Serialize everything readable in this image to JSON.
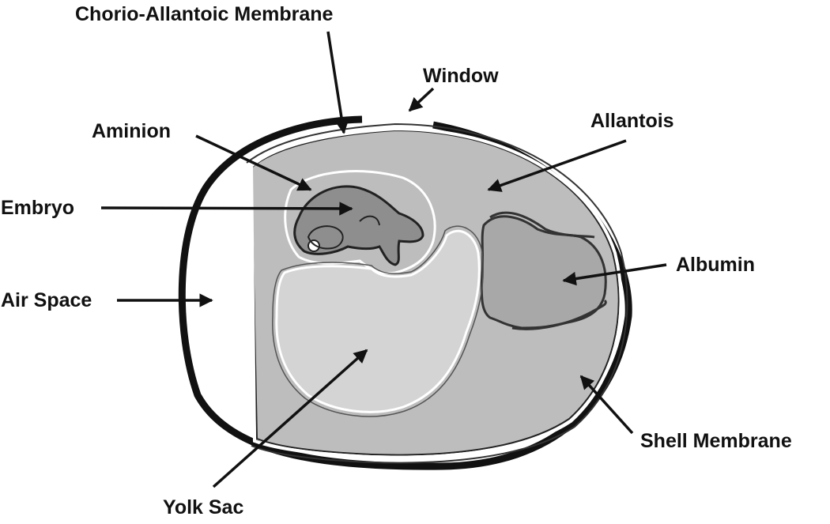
{
  "labels": {
    "chorio_allantoic_membrane": "Chorio-Allantoic Membrane",
    "window": "Window",
    "aminion": "Aminion",
    "allantois": "Allantois",
    "embryo": "Embryo",
    "albumin": "Albumin",
    "air_space": "Air Space",
    "shell_membrane": "Shell Membrane",
    "yolk_sac": "Yolk Sac"
  },
  "colors": {
    "shell": "#111111",
    "allantois_fill": "#bdbdbd",
    "yolk_sac_fill": "#d4d4d4",
    "albumin_fill": "#a8a8a8",
    "embryo_fill": "#8e8e8e",
    "membrane_line": "#ffffff",
    "text": "#111111"
  }
}
